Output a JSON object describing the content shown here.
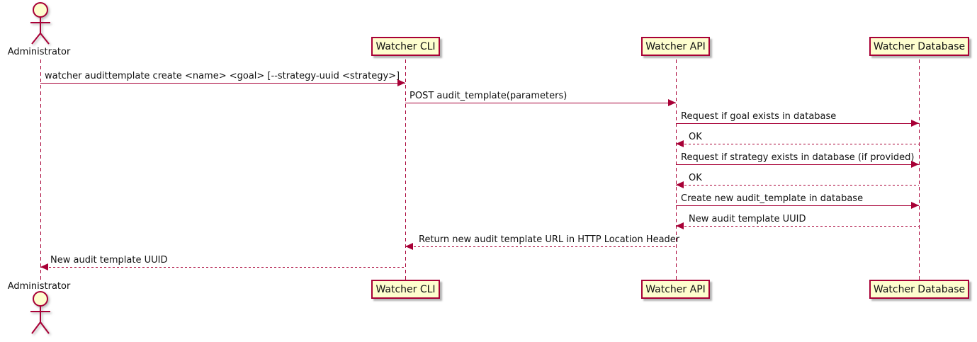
{
  "colors": {
    "accent": "#A80036",
    "participant_fill": "#FEFECE",
    "text": "#111111",
    "background": "#FFFFFF"
  },
  "actor": {
    "name": "Administrator"
  },
  "participants": {
    "cli": "Watcher CLI",
    "api": "Watcher API",
    "db": "Watcher Database"
  },
  "messages": [
    {
      "from": "Administrator",
      "to": "Watcher CLI",
      "line": "solid",
      "text": "watcher audittemplate create <name> <goal> [--strategy-uuid <strategy>]"
    },
    {
      "from": "Watcher CLI",
      "to": "Watcher API",
      "line": "solid",
      "text": "POST audit_template(parameters)"
    },
    {
      "from": "Watcher API",
      "to": "Watcher Database",
      "line": "solid",
      "text": "Request if goal exists in database"
    },
    {
      "from": "Watcher Database",
      "to": "Watcher API",
      "line": "dotted",
      "text": "OK"
    },
    {
      "from": "Watcher API",
      "to": "Watcher Database",
      "line": "solid",
      "text": "Request if strategy exists in database (if provided)"
    },
    {
      "from": "Watcher Database",
      "to": "Watcher API",
      "line": "dotted",
      "text": "OK"
    },
    {
      "from": "Watcher API",
      "to": "Watcher Database",
      "line": "solid",
      "text": "Create new audit_template in database"
    },
    {
      "from": "Watcher Database",
      "to": "Watcher API",
      "line": "dotted",
      "text": "New audit template UUID"
    },
    {
      "from": "Watcher API",
      "to": "Watcher CLI",
      "line": "dotted",
      "text": "Return new audit template URL in HTTP Location Header"
    },
    {
      "from": "Watcher CLI",
      "to": "Administrator",
      "line": "dotted",
      "text": "New audit template UUID"
    }
  ]
}
